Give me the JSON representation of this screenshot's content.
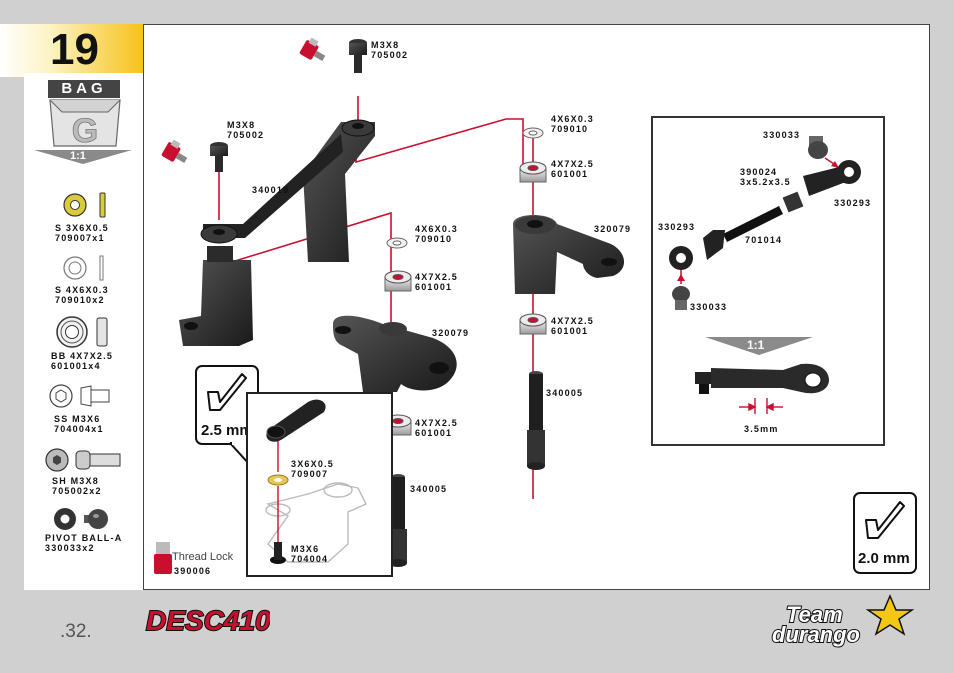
{
  "step": {
    "number": "19",
    "bag_label": "BAG",
    "bag_letter": "G"
  },
  "left_scale": "1:1",
  "hardware": [
    {
      "name": "S 3X6X0.5",
      "part": "709007x1"
    },
    {
      "name": "S 4X6X0.3",
      "part": "709010x2"
    },
    {
      "name": "BB 4X7X2.5",
      "part": "601001x4"
    },
    {
      "name": "SS M3X6",
      "part": "704004x1"
    },
    {
      "name": "SH M3X8",
      "part": "705002x2"
    },
    {
      "name": "PIVOT BALL-A",
      "part": "330033x2"
    }
  ],
  "callouts": {
    "screw_top_size": "M3X8",
    "screw_top_part": "705002",
    "screw_left_size": "M3X8",
    "screw_left_part": "705002",
    "arm_part": "340019",
    "washer_a_size": "4X6X0.3",
    "washer_a_part": "709010",
    "bearing_a_size": "4X7X2.5",
    "bearing_a_part": "601001",
    "bellcrank_left_part": "320079",
    "bearing_b_size": "4X7X2.5",
    "bearing_b_part": "601001",
    "post_left_part": "340005",
    "washer_b_size": "4X6X0.3",
    "washer_b_part": "709010",
    "bearing_c_size": "4X7X2.5",
    "bearing_c_part": "601001",
    "bellcrank_right_part": "320079",
    "bearing_d_size": "4X7X2.5",
    "bearing_d_part": "601001",
    "post_right_part": "340005"
  },
  "detail": {
    "washer_size": "3X6X0.5",
    "washer_part": "709007",
    "screw_size": "M3X6",
    "screw_part": "704004"
  },
  "inset": {
    "ball_top": "330033",
    "rod_size": "390024",
    "rod_dims": "3x5.2x3.5",
    "end_right": "330293",
    "end_left": "330293",
    "rod_part": "701014",
    "ball_bottom": "330033",
    "scale": "1:1",
    "measure": "3.5mm"
  },
  "tools": {
    "left": "2.5 mm",
    "right": "2.0 mm"
  },
  "thread_lock": {
    "label": "Thread Lock",
    "part": "390006"
  },
  "page_number": ".32.",
  "brand": "DESC410",
  "team_logo_line1": "Team",
  "team_logo_line2": "durango"
}
